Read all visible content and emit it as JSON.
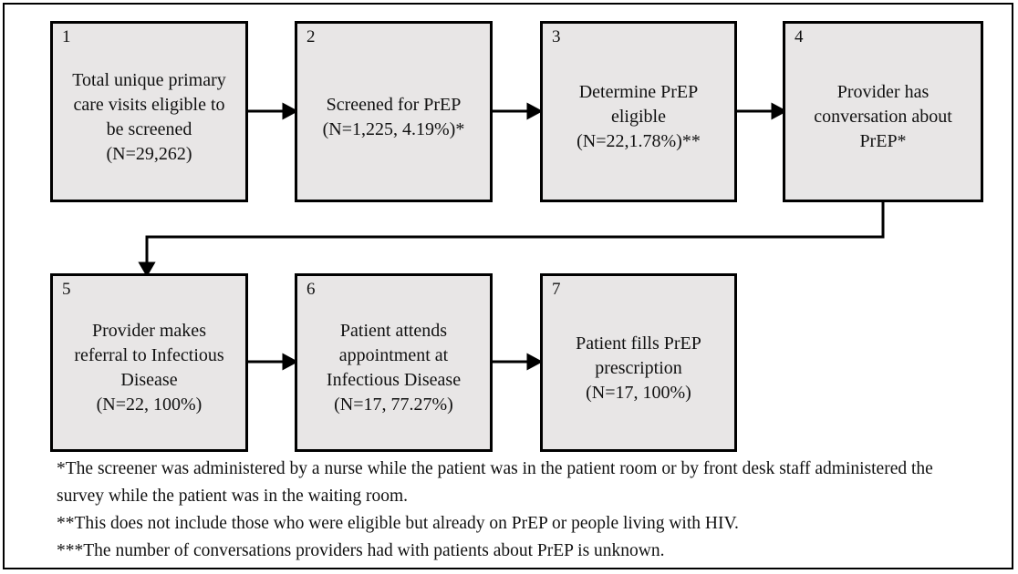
{
  "figure": {
    "type": "flowchart",
    "boxes": [
      {
        "number": "1",
        "lines": [
          "Total unique primary",
          "care visits eligible to",
          "be screened",
          "(N=29,262)"
        ]
      },
      {
        "number": "2",
        "lines": [
          "Screened for PrEP",
          "(N=1,225, 4.19%)*"
        ]
      },
      {
        "number": "3",
        "lines": [
          "Determine PrEP",
          "eligible",
          "(N=22,1.78%)**"
        ]
      },
      {
        "number": "4",
        "lines": [
          "Provider has",
          "conversation about",
          "PrEP*"
        ]
      },
      {
        "number": "5",
        "lines": [
          "Provider makes",
          "referral to Infectious",
          "Disease",
          "(N=22, 100%)"
        ]
      },
      {
        "number": "6",
        "lines": [
          "Patient attends",
          "appointment at",
          "Infectious Disease",
          "(N=17, 77.27%)"
        ]
      },
      {
        "number": "7",
        "lines": [
          "Patient fills PrEP",
          "prescription",
          "(N=17, 100%)"
        ]
      }
    ],
    "footnotes": [
      "*The screener was administered by a nurse while the patient was in the patient room or by front desk staff administered the survey while the patient was in the waiting room.",
      "**This does not include those who were eligible but already on PrEP or people living with HIV.",
      "***The number of conversations providers had with patients about PrEP is unknown."
    ],
    "colors": {
      "box_fill": "#e8e6e6",
      "box_border": "#000000",
      "arrow": "#000000",
      "background": "#ffffff"
    }
  }
}
